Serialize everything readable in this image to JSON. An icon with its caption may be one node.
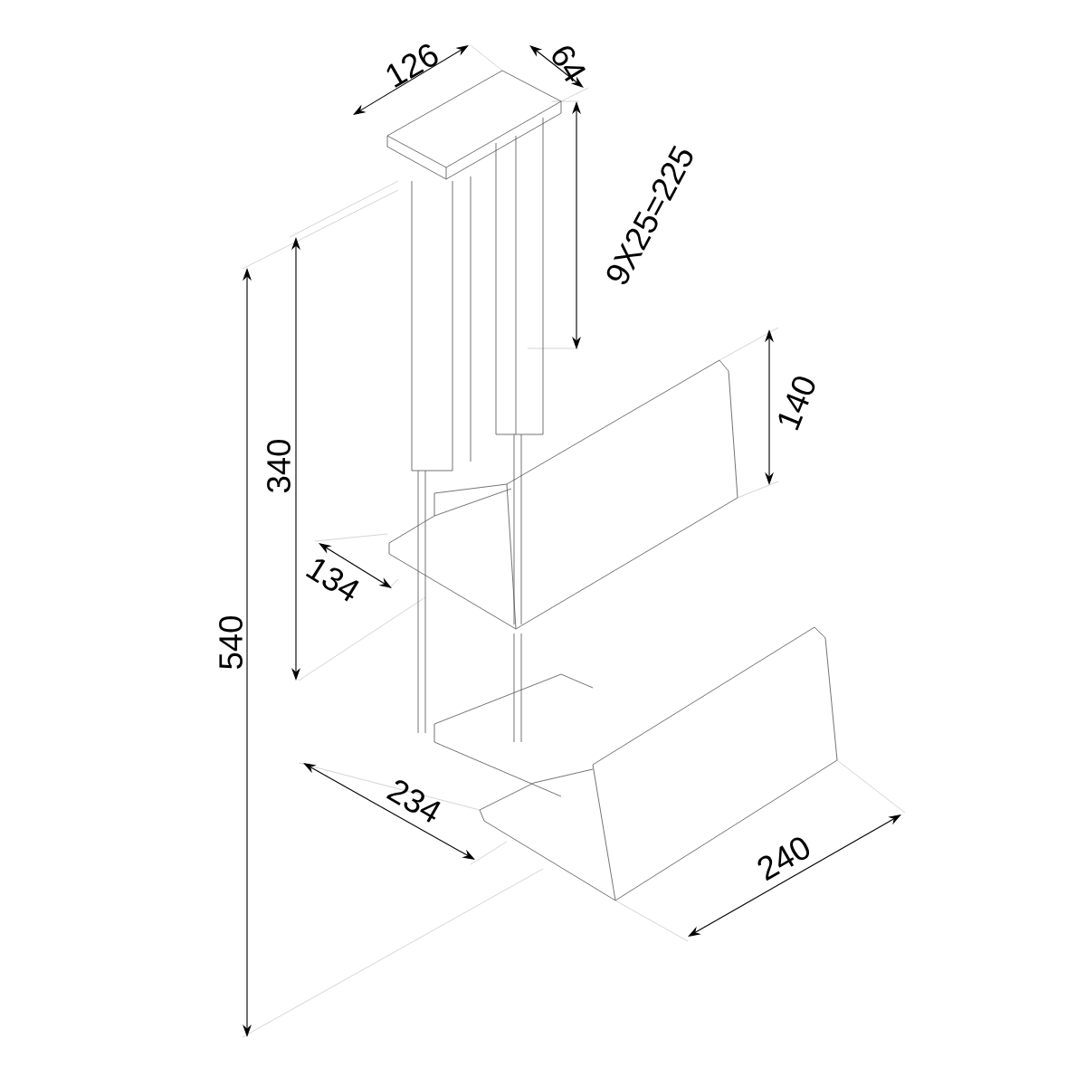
{
  "diagram": {
    "labels": [
      "126",
      "64",
      "9X25=225",
      "140",
      "340",
      "540",
      "134",
      "234",
      "240"
    ]
  }
}
